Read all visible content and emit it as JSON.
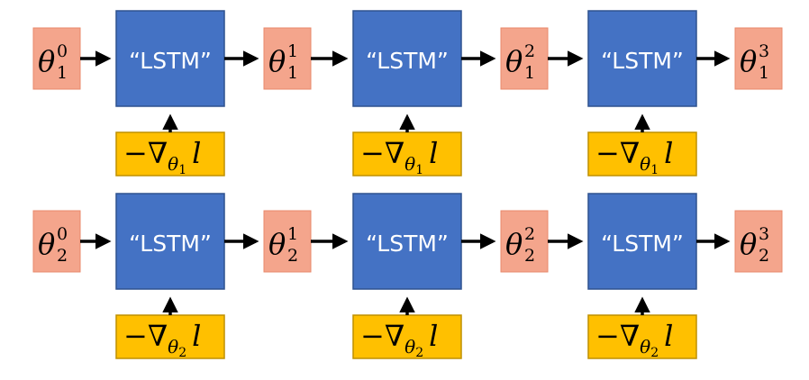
{
  "lstm_label": "“LSTM”",
  "rows": [
    {
      "param_index": "1",
      "thetas": [
        {
          "symbol": "θ",
          "sub": "1",
          "sup": "0"
        },
        {
          "symbol": "θ",
          "sub": "1",
          "sup": "1"
        },
        {
          "symbol": "θ",
          "sub": "1",
          "sup": "2"
        },
        {
          "symbol": "θ",
          "sub": "1",
          "sup": "3"
        }
      ],
      "gradient": {
        "prefix": "−∇",
        "wrt": "θ",
        "wrt_sub": "1",
        "loss": "l"
      }
    },
    {
      "param_index": "2",
      "thetas": [
        {
          "symbol": "θ",
          "sub": "2",
          "sup": "0"
        },
        {
          "symbol": "θ",
          "sub": "2",
          "sup": "1"
        },
        {
          "symbol": "θ",
          "sub": "2",
          "sup": "2"
        },
        {
          "symbol": "θ",
          "sub": "2",
          "sup": "3"
        }
      ],
      "gradient": {
        "prefix": "−∇",
        "wrt": "θ",
        "wrt_sub": "2",
        "loss": "l"
      }
    }
  ],
  "colors": {
    "theta_fill": "#f4a58c",
    "lstm_fill": "#4472c4",
    "gradient_fill": "#ffc000"
  }
}
